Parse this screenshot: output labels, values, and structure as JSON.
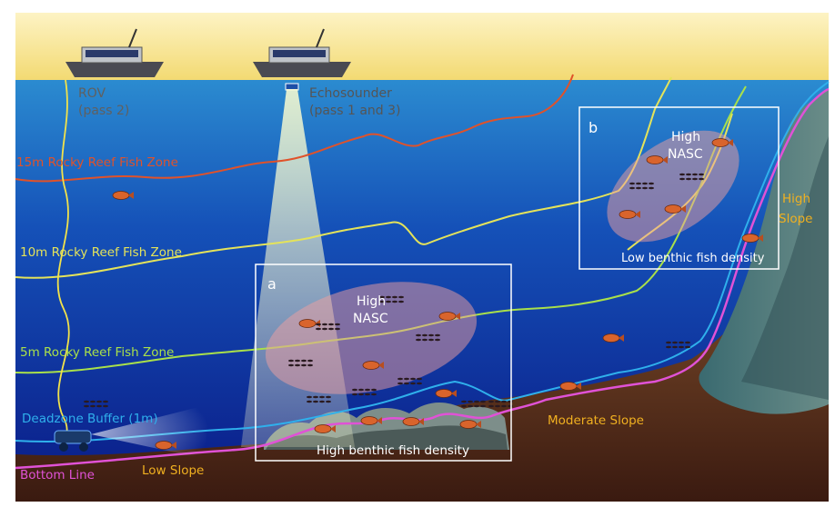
{
  "labels": {
    "rov": "ROV",
    "rov_pass": "(pass 2)",
    "echosounder": "Echosounder",
    "echosounder_pass": "(pass 1 and 3)",
    "zone_15m": "15m Rocky Reef Fish Zone",
    "zone_10m": "10m Rocky Reef Fish Zone",
    "zone_5m": "5m Rocky Reef Fish Zone",
    "deadzone": "Deadzone Buffer (1m)",
    "bottom_line": "Bottom Line",
    "low_slope": "Low Slope",
    "moderate_slope": "Moderate Slope",
    "high_slope_1": "High",
    "high_slope_2": "Slope"
  },
  "box_a": {
    "letter": "a",
    "nasc_1": "High",
    "nasc_2": "NASC",
    "caption": "High benthic fish density"
  },
  "box_b": {
    "letter": "b",
    "nasc_1": "High",
    "nasc_2": "NASC",
    "caption": "Low benthic fish density"
  },
  "colors": {
    "zone_15m": "#e0522a",
    "zone_10m": "#e4e35a",
    "zone_5m": "#a9e04a",
    "deadzone": "#2fb0ec",
    "bottom_line": "#e052d6",
    "slope_text": "#f0b020",
    "box_outline": "#ffffff",
    "nasc_ellipse": "#f0a0a0",
    "ocean_top": "#1c7fc4",
    "ocean_bottom": "#0a1e8a",
    "seabed": "#5a2e1c",
    "sky": "#f7e28a"
  }
}
